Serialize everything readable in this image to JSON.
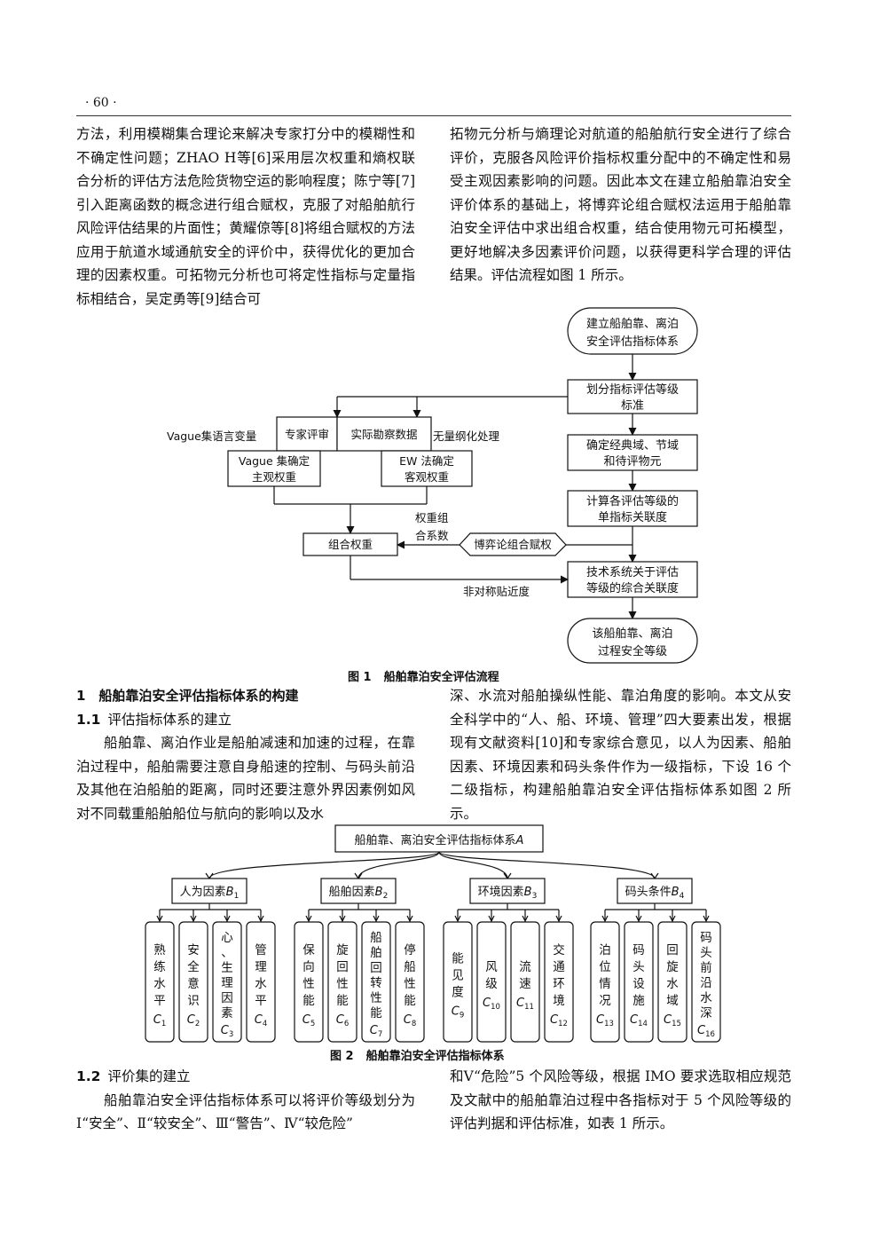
{
  "page_number": "· 60 ·",
  "top": {
    "left_text": "方法，利用模糊集合理论来解决专家打分中的模糊性和不确定性问题；ZHAO H等[6]采用层次权重和熵权联合分析的评估方法危险货物空运的影响程度；陈宁等[7]引入距离函数的概念进行组合赋权，克服了对船舶航行风险评估结果的片面性；黄耀倞等[8]将组合赋权的方法应用于航道水域通航安全的评价中，获得优化的更加合理的因素权重。可拓物元分析也可将定性指标与定量指标相结合，吴定勇等[9]结合可",
    "right_text": "拓物元分析与熵理论对航道的船舶航行安全进行了综合评价，克服各风险评价指标权重分配中的不确定性和易受主观因素影响的问题。因此本文在建立船舶靠泊安全评价体系的基础上，将博弈论组合赋权法运用于船舶靠泊安全评估中求出组合权重，结合使用物元可拓模型，更好地解决多因素评价问题，以获得更科学合理的评估结果。评估流程如图 1 所示。"
  },
  "fig1": {
    "caption_num": "图 1",
    "caption_text": "船舶靠泊安全评估流程",
    "start": [
      "建立船舶靠、离泊",
      "安全评估指标体系"
    ],
    "step1": [
      "划分指标评估等级",
      "标准"
    ],
    "step2": [
      "确定经典域、节域",
      "和待评物元"
    ],
    "step3": [
      "计算各评估等级的",
      "单指标关联度"
    ],
    "step4": [
      "技术系统关于评估",
      "等级的综合关联度"
    ],
    "end": [
      "该船舶靠、离泊",
      "过程安全等级"
    ],
    "expert": "专家评审",
    "data": "实际勘察数据",
    "vague_lang": "Vague集语言变量",
    "dimless": "无量纲化处理",
    "vague_weight": [
      "Vague 集确定",
      "主观权重"
    ],
    "ew_weight": [
      "EW 法确定",
      "客观权重"
    ],
    "combine": "组合权重",
    "coef": [
      "权重组",
      "合系数"
    ],
    "game": "博弈论组合赋权",
    "asym": "非对称贴近度"
  },
  "sec1": {
    "h1": "1　船舶靠泊安全评估指标体系的构建",
    "h11_num": "1.1",
    "h11_title": "评估指标体系的建立",
    "left_para": "船舶靠、离泊作业是船舶减速和加速的过程，在靠泊过程中，船舶需要注意自身船速的控制、与码头前沿及其他在泊船舶的距离，同时还要注意外界因素例如风对不同载重船舶船位与航向的影响以及水",
    "right_para": "深、水流对船舶操纵性能、靠泊角度的影响。本文从安全科学中的“人、船、环境、管理”四大要素出发，根据现有文献资料[10]和专家综合意见，以人为因素、船舶因素、环境因素和码头条件作为一级指标，下设 16 个二级指标，构建船舶靠泊安全评估指标体系如图 2 所示。"
  },
  "fig2": {
    "caption_num": "图 2",
    "caption_text": "船舶靠泊安全评估指标体系",
    "root": "船舶靠、离泊安全评估指标体系A",
    "groups": [
      {
        "label": "人为因素B",
        "sub": "1",
        "items": [
          {
            "chars": [
              "熟",
              "练",
              "水",
              "平"
            ],
            "c": "1"
          },
          {
            "chars": [
              "安",
              "全",
              "意",
              "识"
            ],
            "c": "2"
          },
          {
            "chars": [
              "心",
              "、",
              "生",
              "理",
              "因",
              "素"
            ],
            "c": "3"
          },
          {
            "chars": [
              "管",
              "理",
              "水",
              "平"
            ],
            "c": "4"
          }
        ]
      },
      {
        "label": "船舶因素B",
        "sub": "2",
        "items": [
          {
            "chars": [
              "保",
              "向",
              "性",
              "能"
            ],
            "c": "5"
          },
          {
            "chars": [
              "旋",
              "回",
              "性",
              "能"
            ],
            "c": "6"
          },
          {
            "chars": [
              "船",
              "舶",
              "回",
              "转",
              "性",
              "能"
            ],
            "c": "7"
          },
          {
            "chars": [
              "停",
              "船",
              "性",
              "能"
            ],
            "c": "8"
          }
        ]
      },
      {
        "label": "环境因素B",
        "sub": "3",
        "items": [
          {
            "chars": [
              "能",
              "见",
              "度"
            ],
            "c": "9"
          },
          {
            "chars": [
              "风",
              "级"
            ],
            "c": "10"
          },
          {
            "chars": [
              "流",
              "速"
            ],
            "c": "11"
          },
          {
            "chars": [
              "交",
              "通",
              "环",
              "境"
            ],
            "c": "12"
          }
        ]
      },
      {
        "label": "码头条件B",
        "sub": "4",
        "items": [
          {
            "chars": [
              "泊",
              "位",
              "情",
              "况"
            ],
            "c": "13"
          },
          {
            "chars": [
              "码",
              "头",
              "设",
              "施"
            ],
            "c": "14"
          },
          {
            "chars": [
              "回",
              "旋",
              "水",
              "域"
            ],
            "c": "15"
          },
          {
            "chars": [
              "码",
              "头",
              "前",
              "沿",
              "水",
              "深"
            ],
            "c": "16"
          }
        ]
      }
    ]
  },
  "sec12": {
    "num": "1.2",
    "title": "评价集的建立",
    "left_para": "船舶靠泊安全评估指标体系可以将评价等级划分为Ⅰ“安全”、Ⅱ“较安全”、Ⅲ“警告”、Ⅳ“较危险”",
    "right_para": "和Ⅴ“危险”5 个风险等级，根据 IMO 要求选取相应规范及文献中的船舶靠泊过程中各指标对于 5 个风险等级的评估判据和评估标准，如表 1 所示。"
  }
}
